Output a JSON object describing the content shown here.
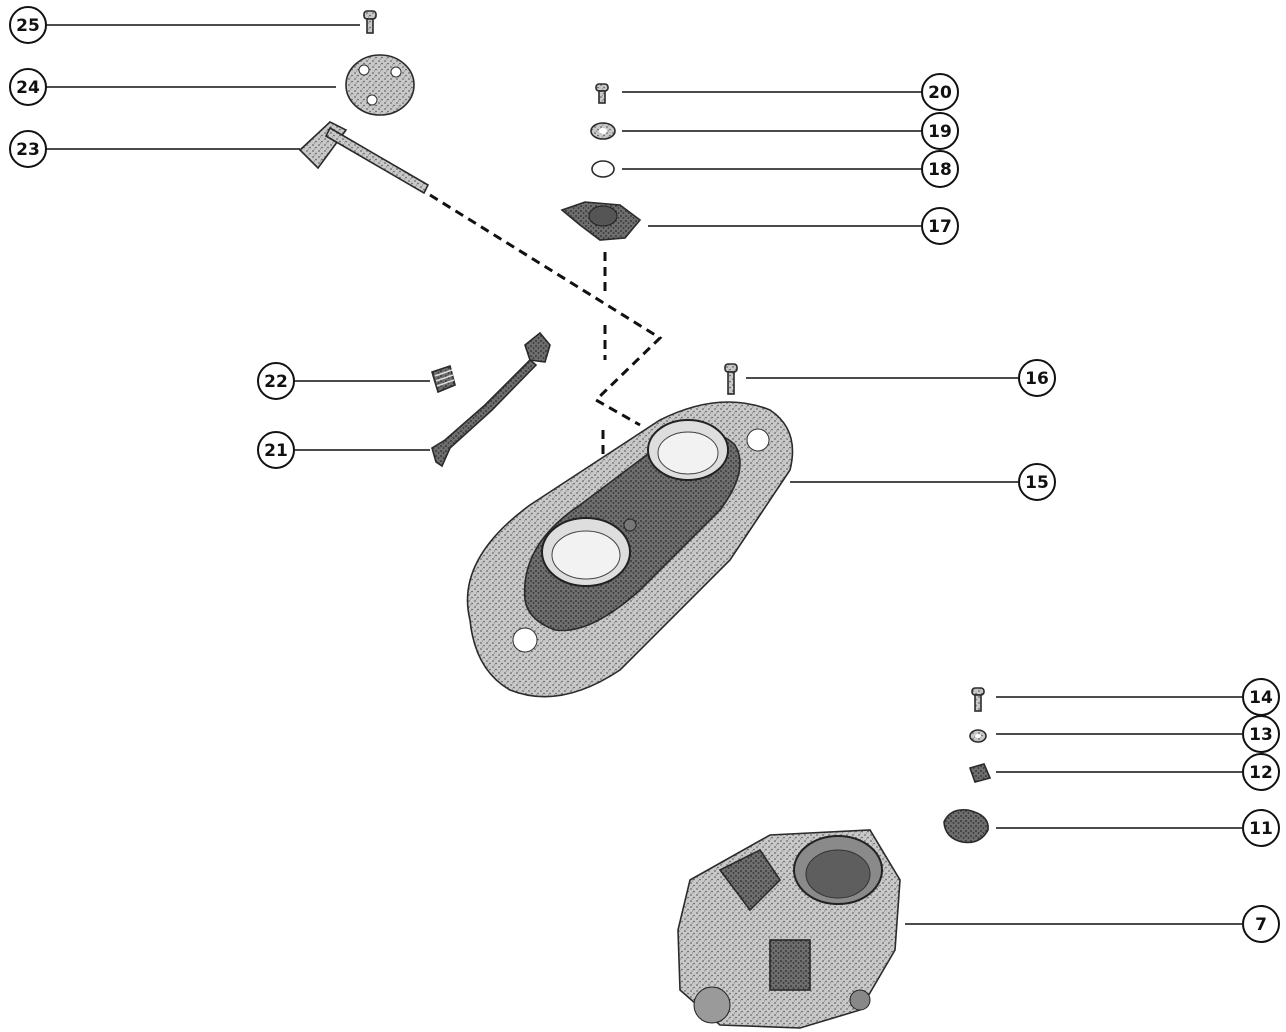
{
  "callouts": [
    {
      "id": "25",
      "label": "25"
    },
    {
      "id": "24",
      "label": "24"
    },
    {
      "id": "23",
      "label": "23"
    },
    {
      "id": "20",
      "label": "20"
    },
    {
      "id": "19",
      "label": "19"
    },
    {
      "id": "18",
      "label": "18"
    },
    {
      "id": "17",
      "label": "17"
    },
    {
      "id": "22",
      "label": "22"
    },
    {
      "id": "21",
      "label": "21"
    },
    {
      "id": "16",
      "label": "16"
    },
    {
      "id": "15",
      "label": "15"
    },
    {
      "id": "14",
      "label": "14"
    },
    {
      "id": "13",
      "label": "13"
    },
    {
      "id": "12",
      "label": "12"
    },
    {
      "id": "11",
      "label": "11"
    },
    {
      "id": "7",
      "label": "7"
    }
  ],
  "colors": {
    "ink": "#111111",
    "metal_light": "#bdbdbd",
    "metal_mid": "#8c8c8c",
    "metal_dark": "#4a4a4a"
  }
}
